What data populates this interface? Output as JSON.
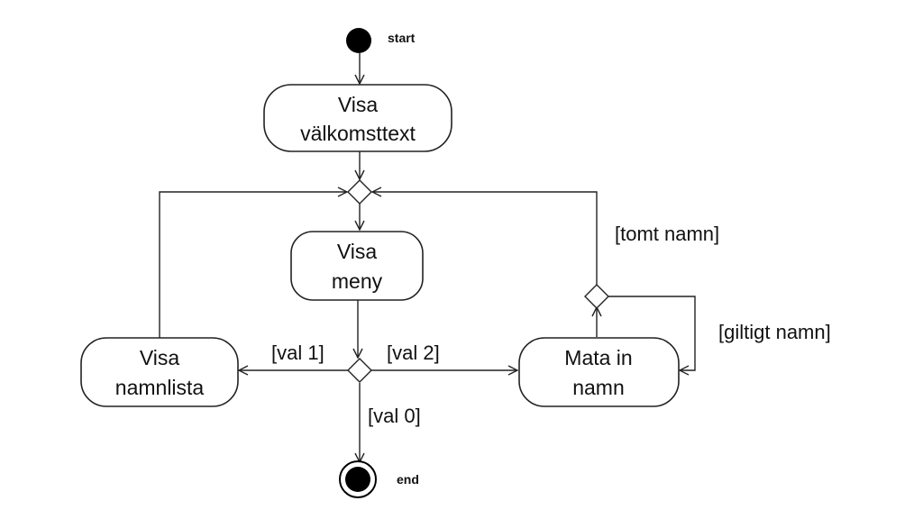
{
  "nodes": {
    "start_label": "start",
    "end_label": "end",
    "welcome": {
      "line1": "Visa",
      "line2": "välkomsttext"
    },
    "menu": {
      "line1": "Visa",
      "line2": "meny"
    },
    "namelist": {
      "line1": "Visa",
      "line2": "namnlista"
    },
    "enter_name": {
      "line1": "Mata in",
      "line2": "namn"
    }
  },
  "guards": {
    "empty_name": "[tomt namn]",
    "valid_name": "[giltigt namn]",
    "choice_1": "[val 1]",
    "choice_2": "[val 2]",
    "choice_0": "[val 0]"
  }
}
